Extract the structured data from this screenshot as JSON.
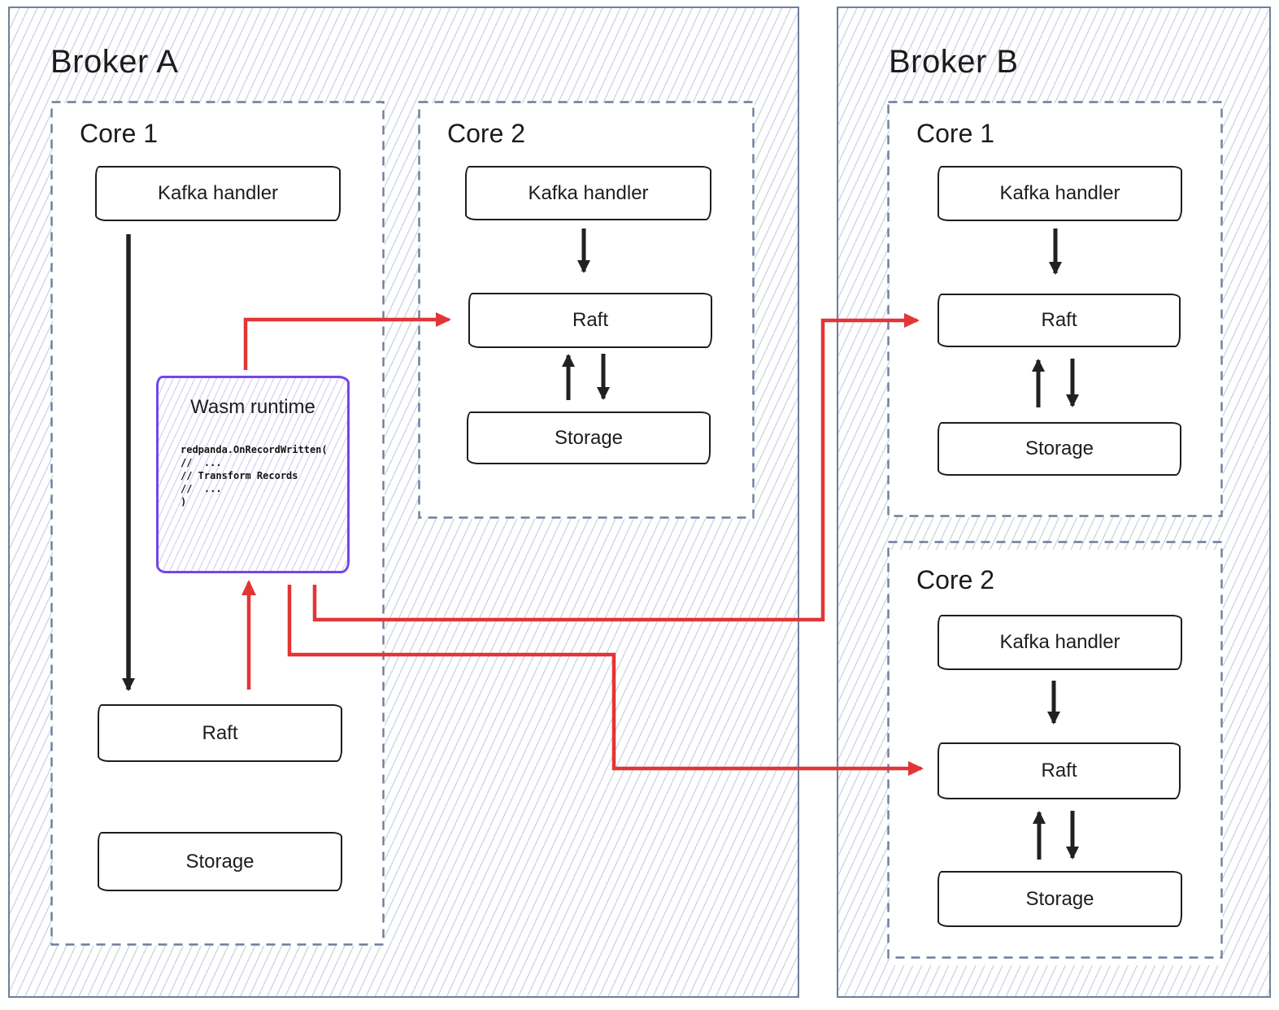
{
  "colors": {
    "red_arrow": "#e23535",
    "purple_wasm_border": "#7048e8",
    "broker_border": "#6f7f99",
    "core_dash_border": "#6c7d9c",
    "sketch_box_border": "#1d1d1d",
    "black_arrow": "#212121",
    "hatch_line_blue": "#a4b2c8",
    "hatch_line_purple": "#9a7ced",
    "text": "#1c1c1c"
  },
  "broker_a": {
    "title": "Broker A",
    "core1": {
      "title": "Core 1",
      "kafka_label": "Kafka handler",
      "raft_label": "Raft",
      "storage_label": "Storage",
      "wasm": {
        "title": "Wasm runtime",
        "code_lines": [
          "redpanda.OnRecordWritten(",
          "//  ...",
          "// Transform Records",
          "//  ...",
          ")"
        ]
      }
    },
    "core2": {
      "title": "Core 2",
      "kafka_label": "Kafka handler",
      "raft_label": "Raft",
      "storage_label": "Storage"
    }
  },
  "broker_b": {
    "title": "Broker B",
    "core1": {
      "title": "Core 1",
      "kafka_label": "Kafka handler",
      "raft_label": "Raft",
      "storage_label": "Storage"
    },
    "core2": {
      "title": "Core 2",
      "kafka_label": "Kafka handler",
      "raft_label": "Raft",
      "storage_label": "Storage"
    }
  }
}
